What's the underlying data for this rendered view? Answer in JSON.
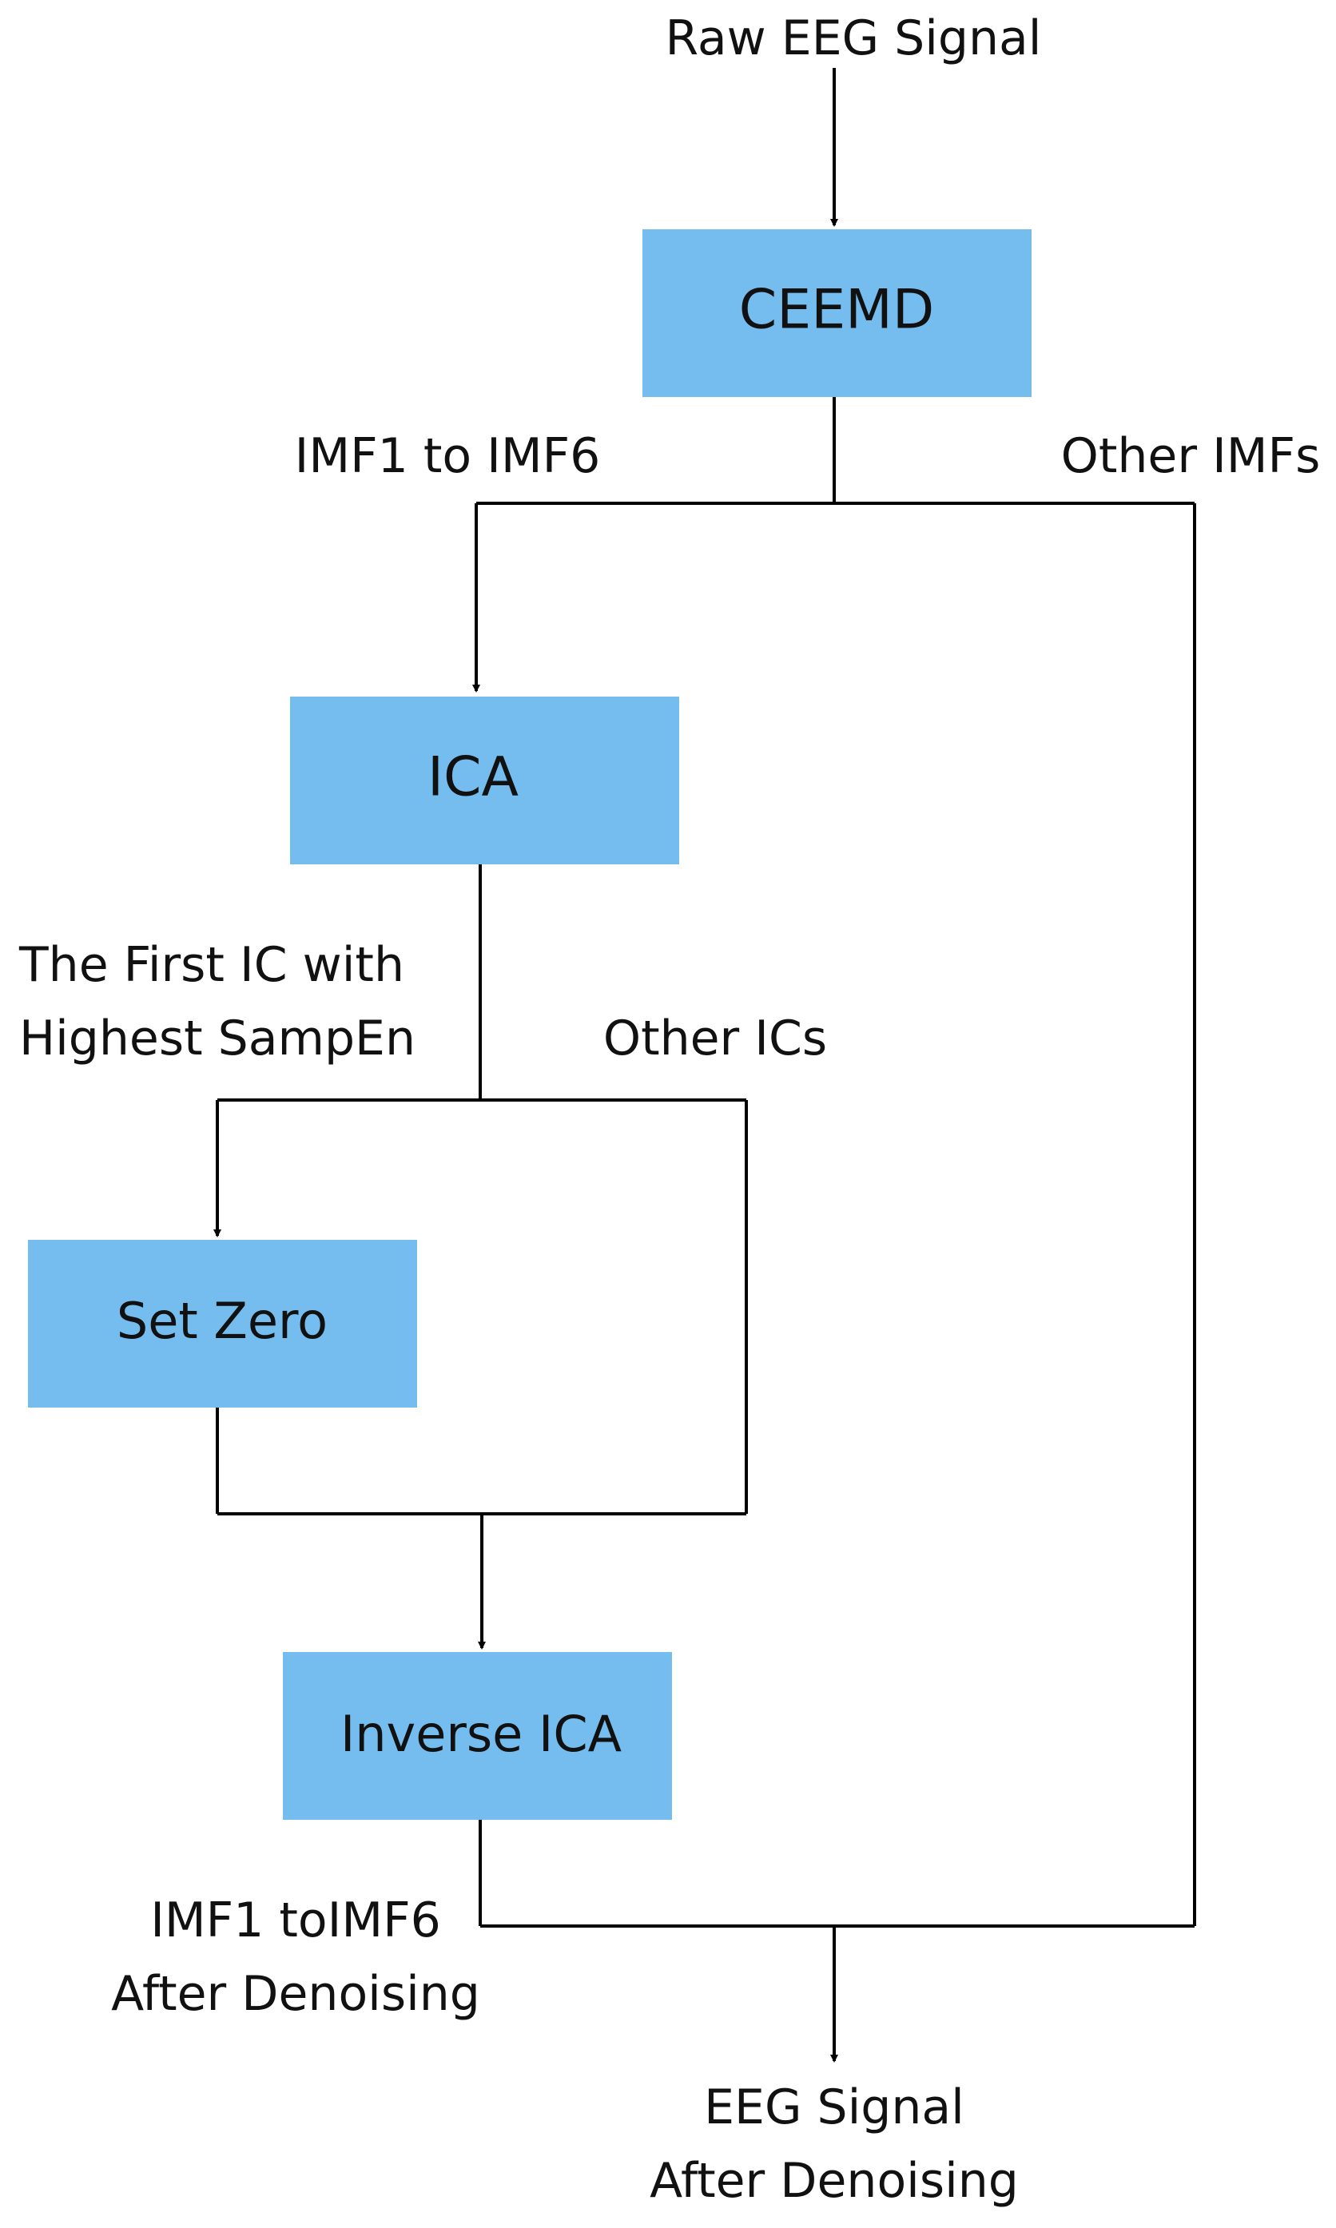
{
  "input_label": "Raw EEG Signal",
  "boxes": {
    "ceemd": "CEEMD",
    "ica": "ICA",
    "set_zero": "Set Zero",
    "inverse_ica": "Inverse ICA"
  },
  "branch_labels": {
    "imf1_to_imf6": "IMF1 to IMF6",
    "other_imfs": "Other IMFs",
    "first_ic_line1": "The First IC with",
    "first_ic_line2": "Highest SampEn",
    "other_ics": "Other ICs",
    "imf_after_line1": "IMF1 toIMF6",
    "imf_after_line2": "After Denoising"
  },
  "output_label": {
    "line1": "EEG Signal",
    "line2": "After Denoising"
  },
  "colors": {
    "box_fill": "#74bdee",
    "line": "#000000",
    "text": "#111111"
  }
}
